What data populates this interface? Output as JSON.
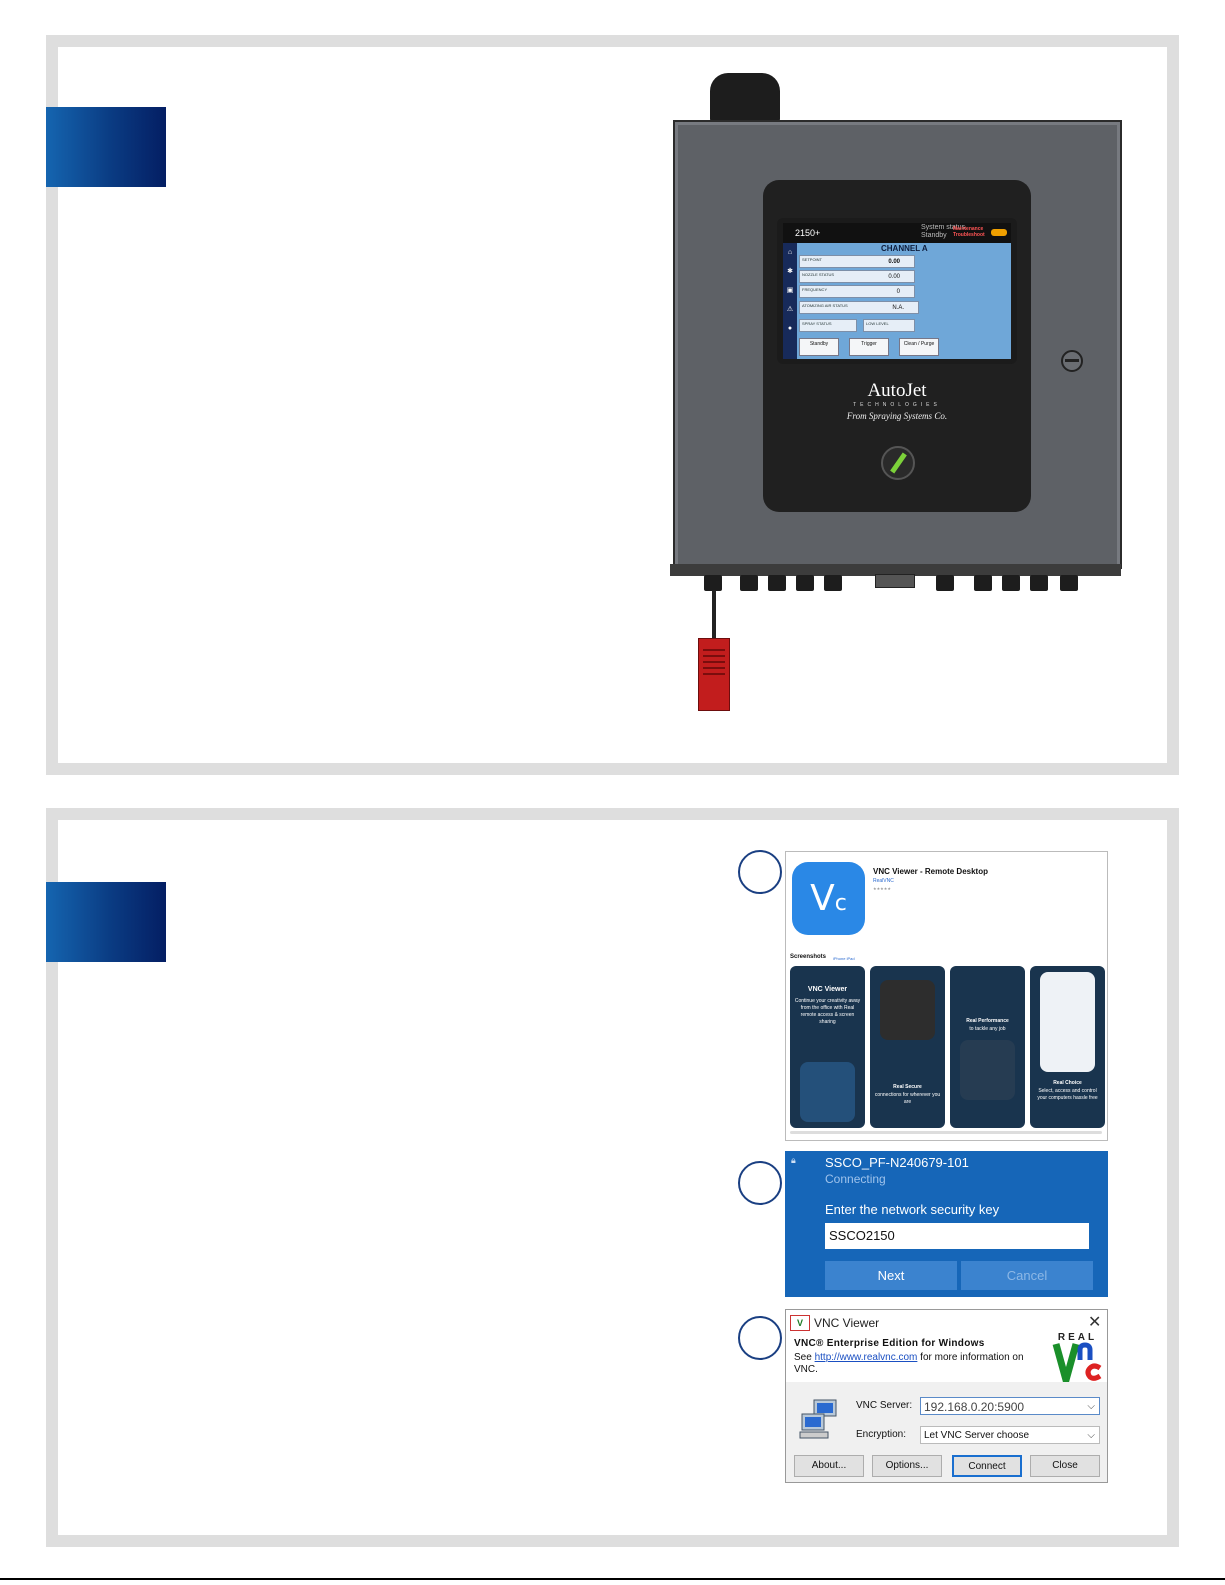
{
  "panel1": {
    "controller": {
      "lcd": {
        "model": "2150+",
        "status_label": "System status",
        "status_value": "Standby",
        "maintenance": "Maintenance",
        "troubleshoot": "Troubleshoot",
        "channel": "CHANNEL A",
        "rows": [
          {
            "label": "SETPOINT",
            "value": "0.00"
          },
          {
            "label": "NOZZLE STATUS",
            "value": "0.00"
          },
          {
            "label": "FREQUENCY",
            "value": "0"
          },
          {
            "label": "ATOMIZING AIR STATUS",
            "value": "N.A."
          }
        ],
        "spray_status": "SPRAY STATUS",
        "low_level": "LOW LEVEL",
        "buttons": [
          "Standby",
          "Trigger",
          "Clean / Purge"
        ]
      },
      "brand": "AutoJet",
      "brand_tagline": "TECHNOLOGIES",
      "brand_from": "From Spraying Systems Co."
    }
  },
  "panel2": {
    "appstore": {
      "app_title": "VNC Viewer - Remote Desktop",
      "developer": "RealVNC",
      "screenshots_label": "Screenshots",
      "tabs": "iPhone  iPad",
      "cards": [
        {
          "heading": "VNC Viewer",
          "text": "Continue your creativity away from the office with Real remote access & screen sharing"
        },
        {
          "heading": "Real Secure",
          "text": "connections for wherever you are"
        },
        {
          "heading": "Real Performance",
          "text": "to tackle any job"
        },
        {
          "heading": "Real Choice",
          "text": "Select, access and control your computers hassle free"
        }
      ]
    },
    "wifi": {
      "ssid": "SSCO_PF-N240679-101",
      "state": "Connecting",
      "prompt": "Enter the network security key",
      "key_value": "SSCO2150",
      "next": "Next",
      "cancel": "Cancel"
    },
    "vnc_dialog": {
      "title": "VNC Viewer",
      "close": "✕",
      "edition": "VNC® Enterprise Edition for Windows",
      "see_prefix": "See ",
      "link": "http://www.realvnc.com",
      "see_suffix": " for more information on VNC.",
      "real": "REAL",
      "server_label": "VNC Server:",
      "server_value": "192.168.0.20:5900",
      "encryption_label": "Encryption:",
      "encryption_value": "Let VNC Server choose",
      "buttons": [
        "About...",
        "Options...",
        "Connect",
        "Close"
      ]
    }
  },
  "colors": {
    "step_bar": "#0a3b82",
    "panel_border": "#dedede",
    "wifi_bg": "#1666b8",
    "plug_red": "#c21d1d",
    "led_green": "#7cd13a"
  }
}
